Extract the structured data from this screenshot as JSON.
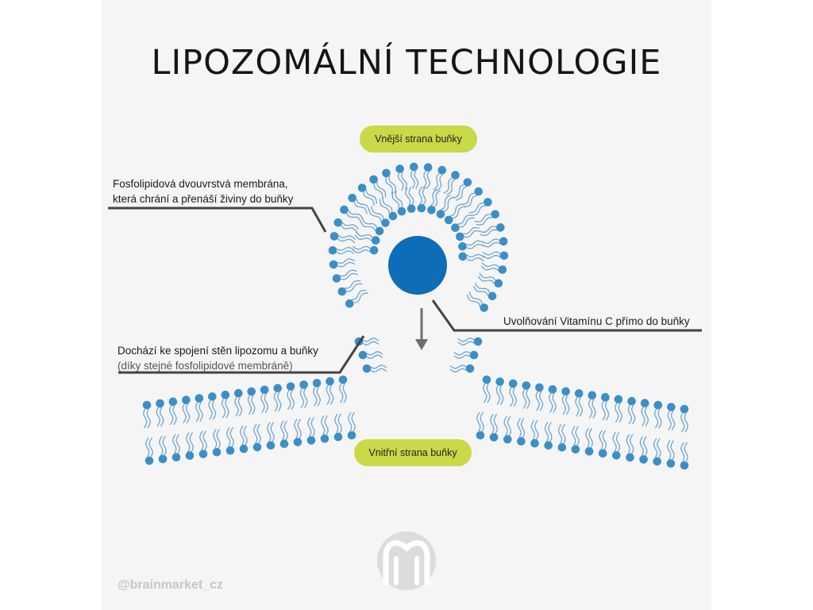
{
  "title": "LIPOZOMÁLNÍ TECHNOLOGIE",
  "labels": {
    "outer_side": "Vnější strana buňky",
    "inner_side": "Vnitřní strana buňky",
    "membrane_line1": "Fosfolipidová dvouvrstvá membrána,",
    "membrane_line2": "která chrání a přenáší živiny do buňky",
    "release": "Uvolňování Vitamínu C přímo do buňky",
    "fusion_line1": "Dochází ke spojení stěn lipozomu a buňky",
    "fusion_line2": "(díky stejné fosfolipidové membráně)"
  },
  "handle": "@brainmarket_cz",
  "colors": {
    "background": "#f5f5f5",
    "lipid_head": "#3b8fc6",
    "lipid_tail": "#6fa6cf",
    "vitamin": "#0d6db8",
    "pill": "#c9d948",
    "leader": "#444444",
    "arrow": "#6e6e6e"
  },
  "icons": {
    "logo": "brainmarket-logo-icon"
  }
}
